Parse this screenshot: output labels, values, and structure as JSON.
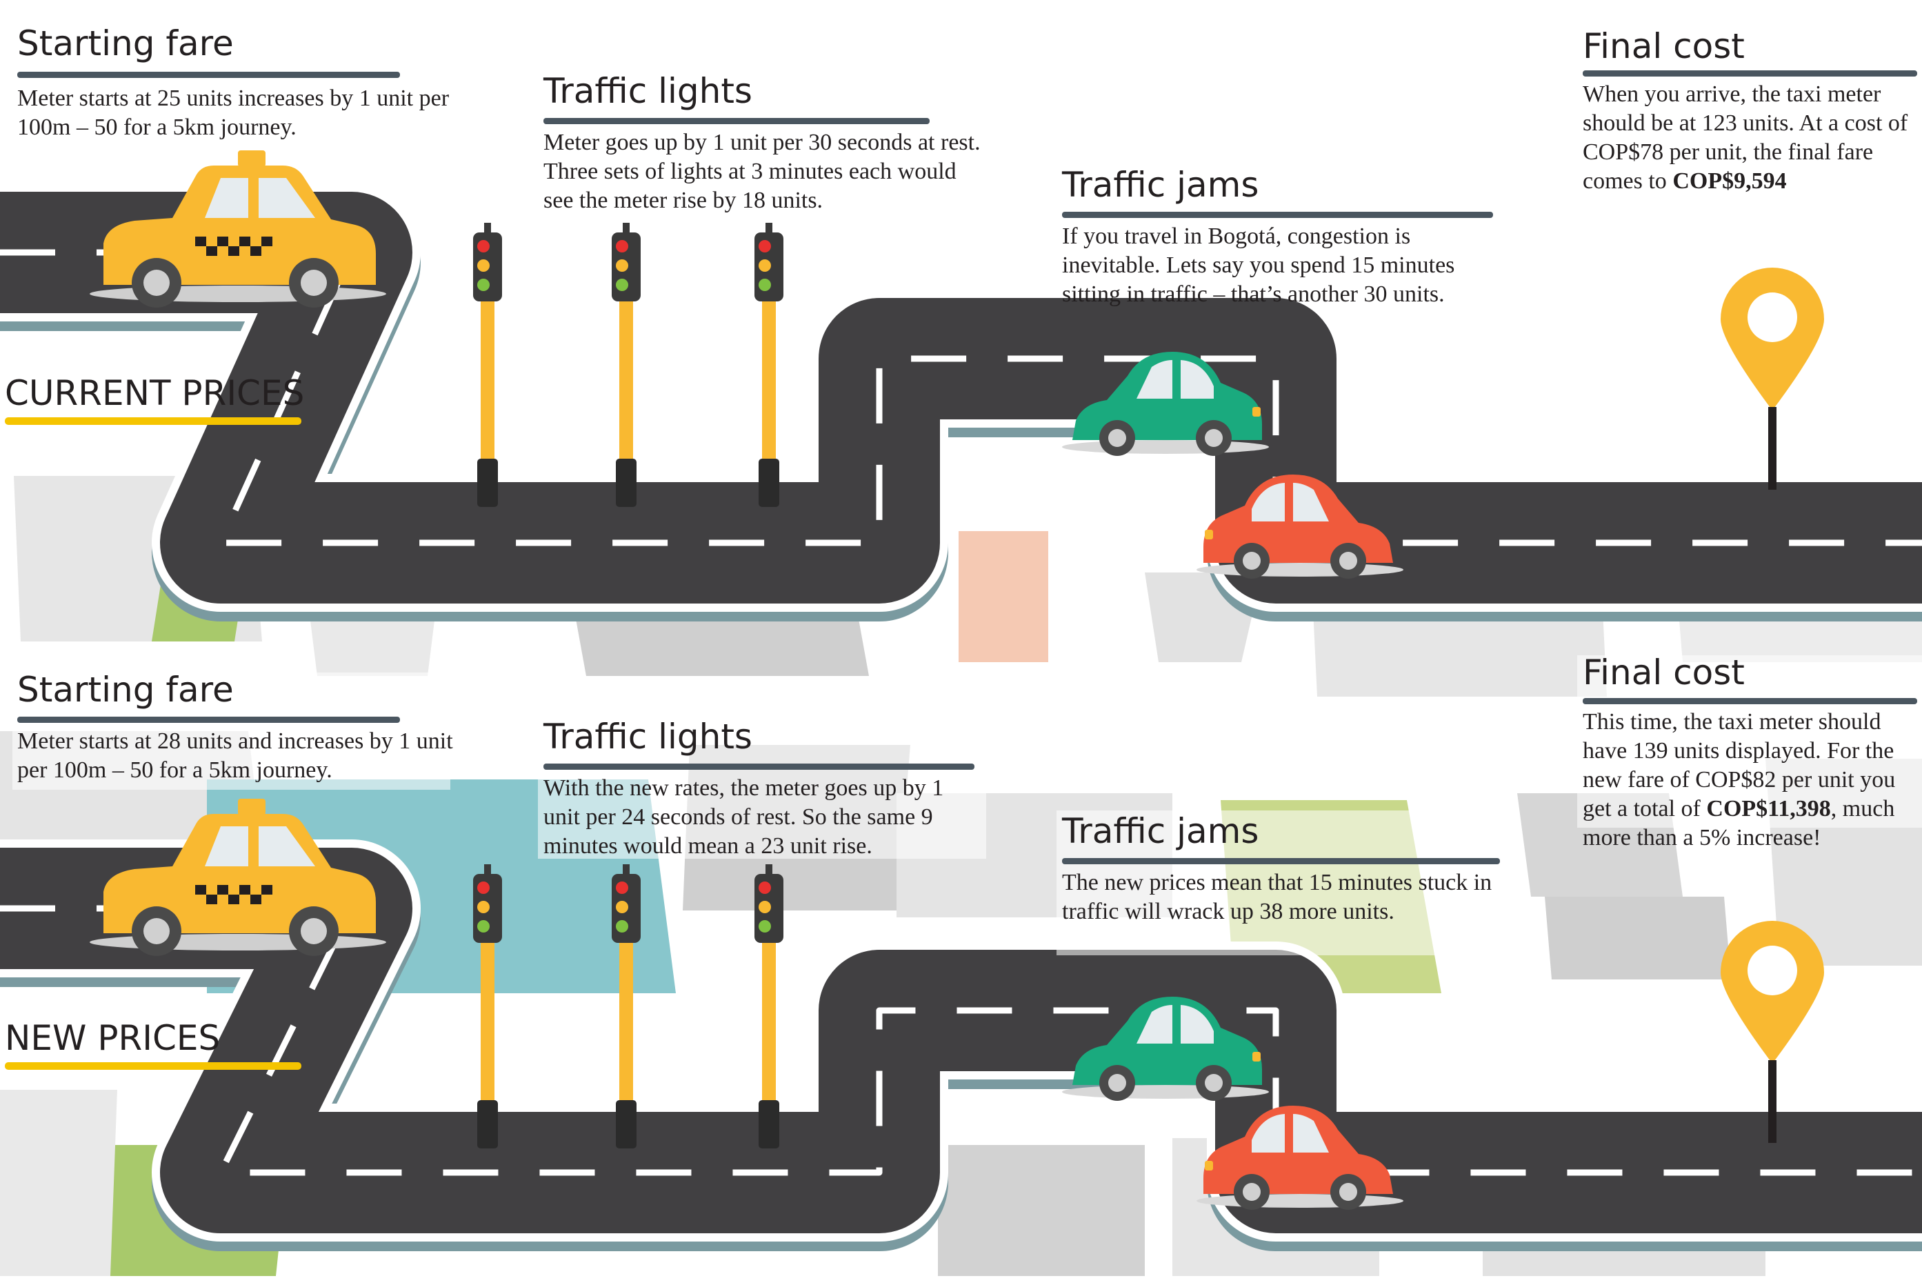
{
  "colors": {
    "taxi_yellow": "#f9b931",
    "green_car": "#1aaa7e",
    "red_car": "#f05a3c",
    "road": "#414042",
    "road_edge": "#ffffff",
    "road_shadow": "#7a9aa0",
    "map_gray": "#d7d7d7",
    "map_green": "#a8c96b",
    "map_teal": "#7fc4cb",
    "map_peach": "#f5b99c",
    "pin": "#f9b931",
    "section_line": "#f5c400",
    "heading_rule": "#4a5660"
  },
  "icons": [
    "taxi-icon",
    "traffic-light-icon",
    "green-car-icon",
    "red-car-icon",
    "location-pin-icon"
  ],
  "current": {
    "section_label": "CURRENT PRICES",
    "starting_fare": {
      "title": "Starting fare",
      "text": "Meter starts at 25 units increases by 1 unit per 100m – 50 for a 5km journey."
    },
    "traffic_lights": {
      "title": "Traffic lights",
      "text": "Meter goes up by 1 unit per 30 seconds at rest. Three sets of lights at 3 minutes each would see the meter rise by 18 units."
    },
    "traffic_jams": {
      "title": "Traffic jams",
      "text": "If you travel in Bogotá, congestion is inevitable. Lets say you spend 15 minutes sitting in traffic – that’s another 30 units."
    },
    "final_cost": {
      "title": "Final cost",
      "text_before": "When you arrive, the taxi meter should be at 123 units. At a cost of COP$78 per unit, the final fare comes to ",
      "total": "COP$9,594",
      "text_after": ""
    }
  },
  "new": {
    "section_label": "NEW PRICES",
    "starting_fare": {
      "title": "Starting fare",
      "text": "Meter starts at 28 units and increases by 1 unit per 100m – 50 for a 5km journey."
    },
    "traffic_lights": {
      "title": "Traffic lights",
      "text": "With the new rates, the meter goes up by 1 unit per 24 seconds of rest. So the same 9 minutes would mean a 23 unit rise."
    },
    "traffic_jams": {
      "title": "Traffic jams",
      "text": "The new prices mean that 15 minutes stuck in traffic will wrack up 38 more units."
    },
    "final_cost": {
      "title": "Final cost",
      "text_before": "This time, the taxi meter should have 139 units displayed. For the new fare of COP$82 per unit you get a total of ",
      "total": "COP$11,398",
      "text_after": ", much more than a 5% increase!"
    }
  }
}
